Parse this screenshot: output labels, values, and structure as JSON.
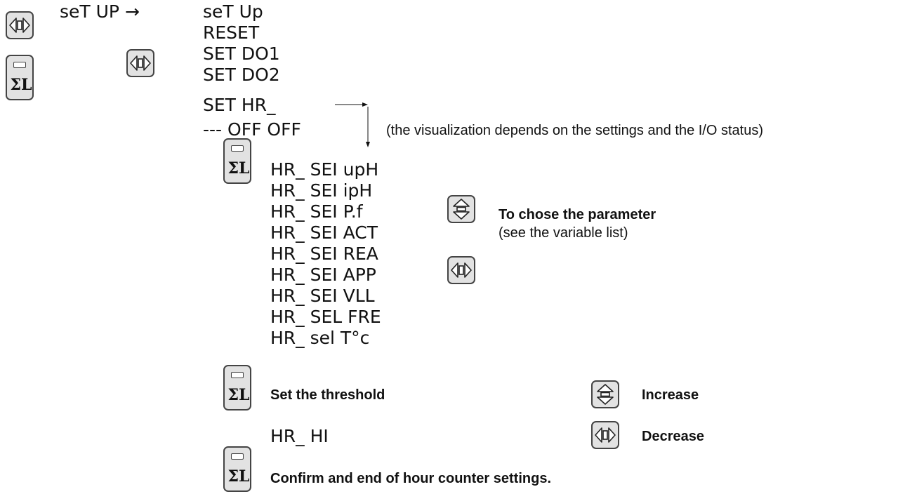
{
  "top": {
    "menu_label": "seT UP →",
    "menu_items": [
      "seT Up",
      "RESET",
      "SET DO1",
      "SET DO2",
      "SET HR_",
      "--- OFF OFF"
    ]
  },
  "note": "(the visualization depends on the settings and the I/O status)",
  "hr_params": [
    "HR_ SEI upH",
    "HR_ SEI ipH",
    "HR_ SEI P.f",
    "HR_ SEI ACT",
    "HR_ SEI REA",
    "HR_ SEI APP",
    "HR_ SEI VLL",
    "HR_ SEL FRE",
    "HR_ sel T°c"
  ],
  "choose": {
    "title": "To chose the parameter",
    "subtitle": "(see the variable list)"
  },
  "threshold": {
    "label": "Set the threshold",
    "increase": "Increase",
    "decrease": "Decrease",
    "value": "HR_ HI"
  },
  "confirm": "Confirm and end of hour counter settings.",
  "keys": {
    "sigma_symbol": "ΣL",
    "lr_icon": "left-right-arrow-icon",
    "ud_icon": "up-down-arrow-icon"
  },
  "colors": {
    "key_fill": "#e2e2e2",
    "key_border": "#444444",
    "text": "#111111"
  }
}
